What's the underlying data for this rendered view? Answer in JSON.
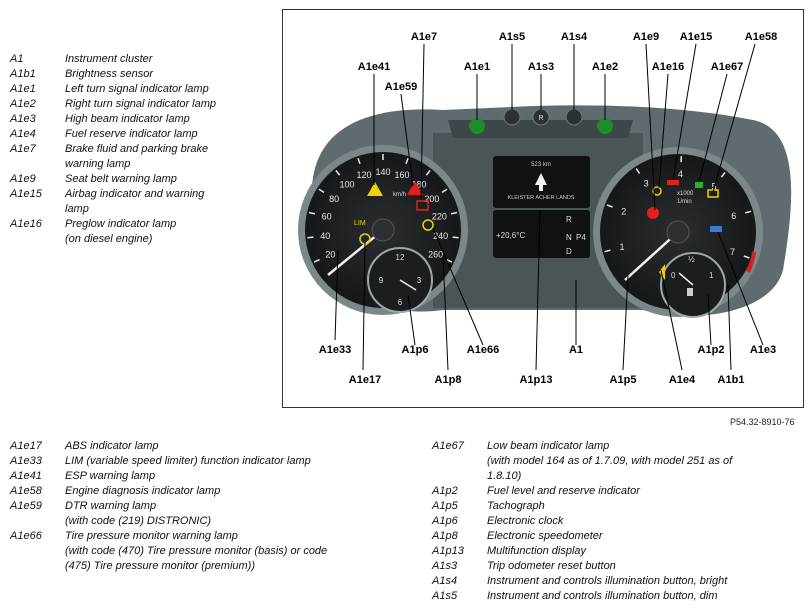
{
  "legend_top": [
    {
      "code": "A1",
      "lines": [
        "Instrument cluster"
      ]
    },
    {
      "code": "A1b1",
      "lines": [
        "Brightness sensor"
      ]
    },
    {
      "code": "A1e1",
      "lines": [
        "Left turn signal indicator lamp"
      ]
    },
    {
      "code": "A1e2",
      "lines": [
        "Right turn signal indicator lamp"
      ]
    },
    {
      "code": "A1e3",
      "lines": [
        "High beam indicator lamp"
      ]
    },
    {
      "code": "A1e4",
      "lines": [
        "Fuel reserve indicator lamp"
      ]
    },
    {
      "code": "A1e7",
      "lines": [
        "Brake fluid and parking brake",
        "warning lamp"
      ]
    },
    {
      "code": "A1e9",
      "lines": [
        "Seat belt warning lamp"
      ]
    },
    {
      "code": "A1e15",
      "lines": [
        "Airbag indicator and warning",
        "lamp"
      ]
    },
    {
      "code": "A1e16",
      "lines": [
        "Preglow indicator lamp",
        "(on diesel engine)"
      ]
    }
  ],
  "legend_bottom_left": [
    {
      "code": "A1e17",
      "lines": [
        "ABS indicator lamp"
      ]
    },
    {
      "code": "A1e33",
      "lines": [
        "LIM (variable speed limiter) function indicator lamp"
      ]
    },
    {
      "code": "A1e41",
      "lines": [
        "ESP warning lamp"
      ]
    },
    {
      "code": "A1e58",
      "lines": [
        "Engine diagnosis indicator lamp"
      ]
    },
    {
      "code": "A1e59",
      "lines": [
        "DTR warning lamp",
        "(with code (219) DISTRONIC)"
      ]
    },
    {
      "code": "A1e66",
      "lines": [
        "Tire pressure monitor warning lamp",
        "(with code (470) Tire pressure monitor (basis) or code",
        "(475) Tire pressure monitor (premium))"
      ]
    }
  ],
  "legend_bottom_right": [
    {
      "code": "A1e67",
      "lines": [
        "Low beam indicator lamp",
        "(with model 164 as of 1.7.09, with model 251 as of",
        "1.8.10)"
      ]
    },
    {
      "code": "A1p2",
      "lines": [
        "Fuel level and reserve indicator"
      ]
    },
    {
      "code": "A1p5",
      "lines": [
        "Tachograph"
      ]
    },
    {
      "code": "A1p6",
      "lines": [
        "Electronic clock"
      ]
    },
    {
      "code": "A1p8",
      "lines": [
        "Electronic speedometer"
      ]
    },
    {
      "code": "A1p13",
      "lines": [
        "Multifunction display"
      ]
    },
    {
      "code": "A1s3",
      "lines": [
        "Trip odometer reset button"
      ]
    },
    {
      "code": "A1s4",
      "lines": [
        "Instrument and controls illumination button, bright"
      ]
    },
    {
      "code": "A1s5",
      "lines": [
        "Instrument and controls illumination button, dim"
      ]
    }
  ],
  "figure_code": "P54.32-8910-76",
  "figure": {
    "callouts": {
      "a1e1": "A1e1",
      "a1s5": "A1s5",
      "a1s3": "A1s3",
      "a1s4": "A1s4",
      "a1e2": "A1e2",
      "a1e7": "A1e7",
      "a1e41": "A1e41",
      "a1e59": "A1e59",
      "a1e9": "A1e9",
      "a1e15": "A1e15",
      "a1e16": "A1e16",
      "a1e58": "A1e58",
      "a1e67": "A1e67",
      "a1e33": "A1e33",
      "a1e17": "A1e17",
      "a1p6": "A1p6",
      "a1p8": "A1p8",
      "a1e66": "A1e66",
      "a1": "A1",
      "a1p13": "A1p13",
      "a1p5": "A1p5",
      "a1e4": "A1e4",
      "a1p2": "A1p2",
      "a1b1": "A1b1",
      "a1e3": "A1e3"
    },
    "speedo_ticks": [
      "20",
      "40",
      "60",
      "80",
      "100",
      "120",
      "140",
      "160",
      "180",
      "200",
      "220",
      "240",
      "260"
    ],
    "speedo_unit": "km/h",
    "tacho_ticks": [
      "1",
      "2",
      "3",
      "4",
      "5",
      "6",
      "7"
    ],
    "tacho_unit_1": "x1000",
    "tacho_unit_2": "1/min",
    "clock_ticks": [
      "12",
      "3",
      "6",
      "9"
    ],
    "fuel_ticks": [
      "0",
      "½",
      "1"
    ],
    "button_s3": "R",
    "lim_label": "LIM",
    "display": {
      "distance": "523 km",
      "street": "KLEISTER     ACHER LANDS",
      "temp": "+20,6°C",
      "gears": [
        "R",
        "N",
        "D"
      ],
      "gear_p": "P4"
    }
  }
}
